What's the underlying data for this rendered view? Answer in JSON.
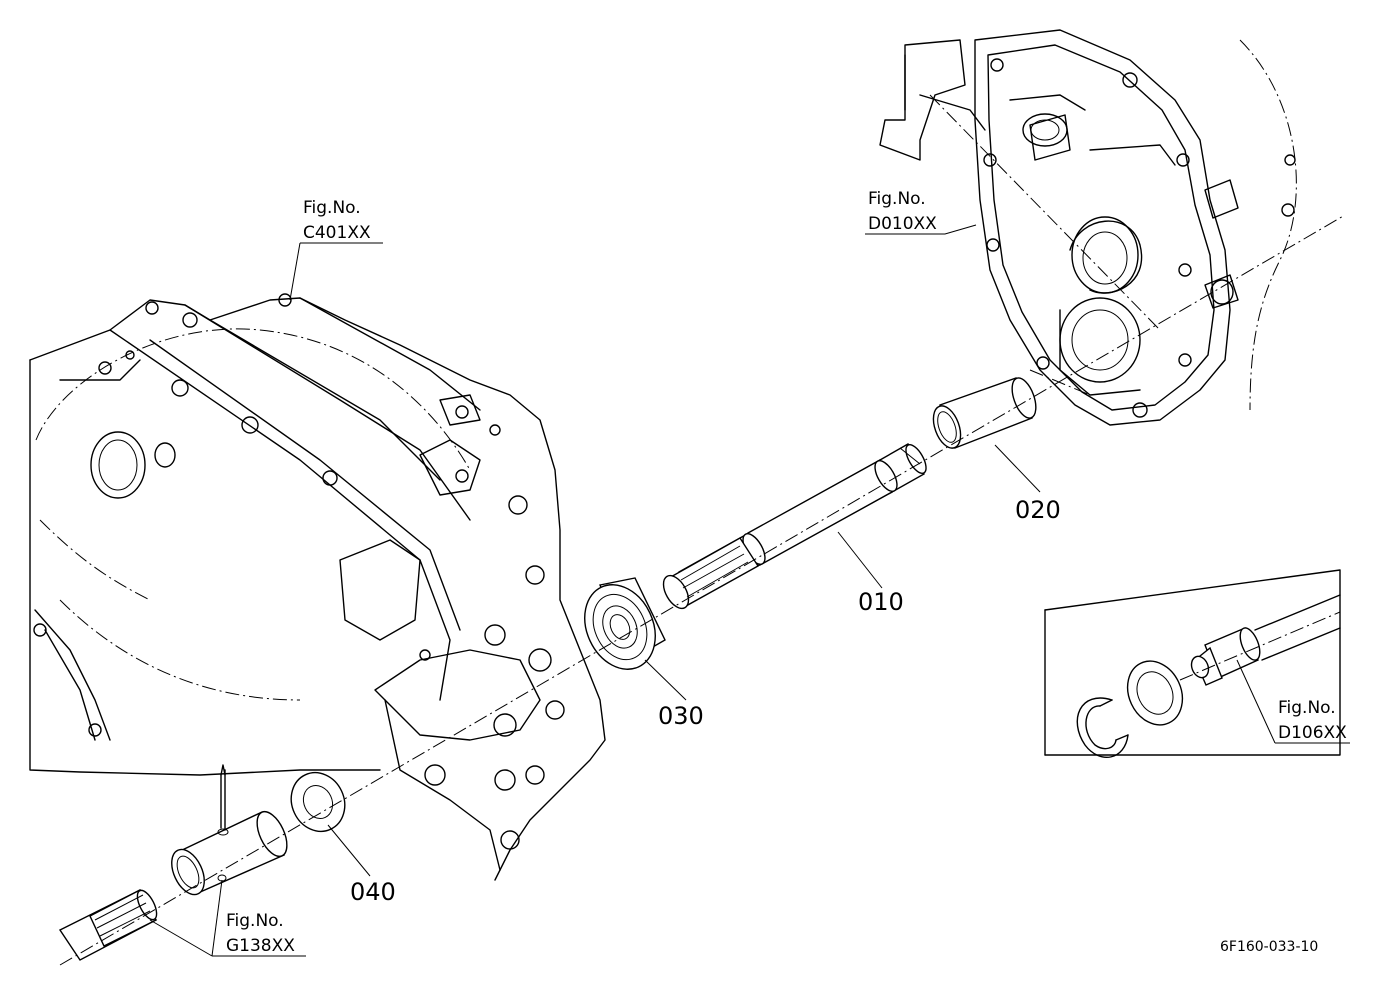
{
  "refs": [
    {
      "id": "c401",
      "line1": "Fig.No.",
      "line2": "C401XX"
    },
    {
      "id": "d010",
      "line1": "Fig.No.",
      "line2": "D010XX"
    },
    {
      "id": "d106",
      "line1": "Fig.No.",
      "line2": "D106XX"
    },
    {
      "id": "g138",
      "line1": "Fig.No.",
      "line2": "G138XX"
    }
  ],
  "parts": [
    {
      "id": "p010",
      "label": "010"
    },
    {
      "id": "p020",
      "label": "020"
    },
    {
      "id": "p030",
      "label": "030"
    },
    {
      "id": "p040",
      "label": "040"
    }
  ],
  "drawing_no": "6F160-033-10"
}
